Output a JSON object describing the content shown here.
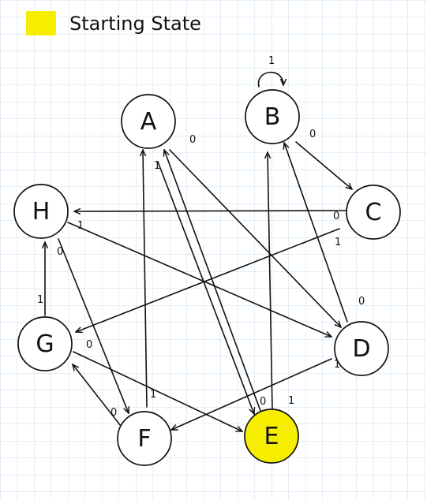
{
  "legend": {
    "label": "Starting State",
    "swatch_color": "#f5ee00"
  },
  "colors": {
    "ink": "#111111",
    "grid": "#c9dff0",
    "paper": "#ffffff",
    "start_fill": "#f5ee00"
  },
  "states": [
    {
      "id": "A",
      "label": "A",
      "start": false
    },
    {
      "id": "B",
      "label": "B",
      "start": false
    },
    {
      "id": "C",
      "label": "C",
      "start": false
    },
    {
      "id": "D",
      "label": "D",
      "start": false
    },
    {
      "id": "E",
      "label": "E",
      "start": true
    },
    {
      "id": "F",
      "label": "F",
      "start": false
    },
    {
      "id": "G",
      "label": "G",
      "start": false
    },
    {
      "id": "H",
      "label": "H",
      "start": false
    }
  ],
  "transitions": [
    {
      "from": "A",
      "to": "D",
      "label": "0"
    },
    {
      "from": "A",
      "to": "E",
      "label": "1"
    },
    {
      "from": "B",
      "to": "B",
      "label": "1"
    },
    {
      "from": "B",
      "to": "C",
      "label": "0"
    },
    {
      "from": "C",
      "to": "H",
      "label": "0"
    },
    {
      "from": "C",
      "to": "G",
      "label": "1"
    },
    {
      "from": "D",
      "to": "B",
      "label": "0"
    },
    {
      "from": "D",
      "to": "F",
      "label": "1"
    },
    {
      "from": "E",
      "to": "A",
      "label": "0"
    },
    {
      "from": "E",
      "to": "B",
      "label": "1"
    },
    {
      "from": "F",
      "to": "G",
      "label": "0"
    },
    {
      "from": "F",
      "to": "A",
      "label": "1"
    },
    {
      "from": "G",
      "to": "H",
      "label": "1"
    },
    {
      "from": "G",
      "to": "E",
      "label": "0"
    },
    {
      "from": "H",
      "to": "D",
      "label": "1"
    },
    {
      "from": "H",
      "to": "F",
      "label": "0"
    }
  ]
}
